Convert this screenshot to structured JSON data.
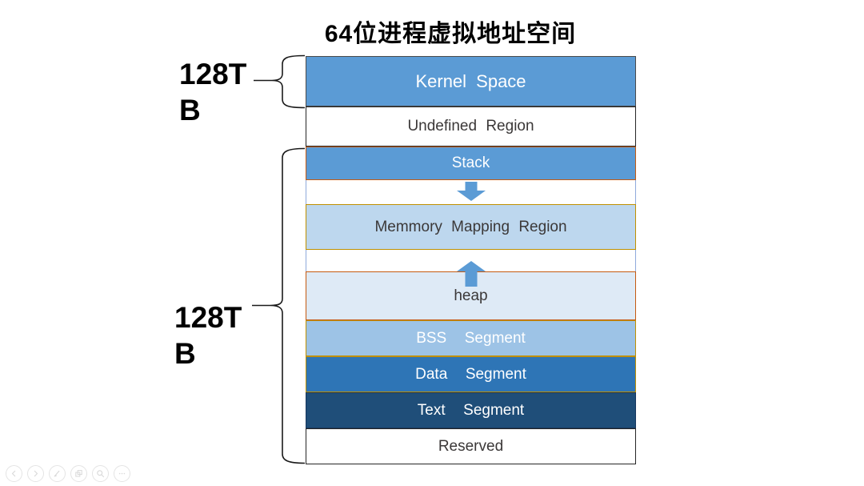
{
  "title": "64位进程虚拟地址空间",
  "colors": {
    "accent_blue": "#5B9BD5",
    "light_blue": "#BDD7EE",
    "lighter_blue": "#DEEAF6",
    "mid_blue": "#9DC3E6",
    "dark_blue": "#2E75B6",
    "darker_blue": "#1F4E79",
    "orange_border": "#C55A11",
    "gold_border": "#BF9000",
    "gap_border": "#8FAADC",
    "dark_text": "#3B3838",
    "white_text": "#FFFFFF",
    "brace_color": "#000000"
  },
  "braces": {
    "kernel_space_size": "128T\nB",
    "user_space_size": "128T\nB"
  },
  "blocks": [
    {
      "name": "kernel-space",
      "label": "Kernel Space",
      "bg": "#5B9BD5",
      "color": "#FFFFFF",
      "border": "#4A4A4A"
    },
    {
      "name": "undefined-region",
      "label": "Undefined Region",
      "bg": "#FFFFFF",
      "color": "#3B3838",
      "border": "#262626"
    },
    {
      "name": "stack",
      "label": "Stack",
      "bg": "#5B9BD5",
      "color": "#FFFFFF",
      "border": "#C55A11"
    },
    {
      "name": "gap-stack-growth",
      "label": "",
      "bg": "#FFFFFF",
      "color": "#3B3838",
      "border": "#8FAADC"
    },
    {
      "name": "memory-mapping-region",
      "label": "Memmory Mapping Region",
      "bg": "#BDD7EE",
      "color": "#3B3838",
      "border": "#BF9000"
    },
    {
      "name": "gap-heap-growth",
      "label": "",
      "bg": "#FFFFFF",
      "color": "#3B3838",
      "border": "#8FAADC"
    },
    {
      "name": "heap",
      "label": "heap",
      "bg": "#DEEAF6",
      "color": "#3B3838",
      "border": "#C55A11"
    },
    {
      "name": "bss-segment",
      "label": "BSS  Segment",
      "bg": "#9DC3E6",
      "color": "#FFFFFF",
      "border": "#BF9000"
    },
    {
      "name": "data-segment",
      "label": "Data  Segment",
      "bg": "#2E75B6",
      "color": "#FFFFFF",
      "border": "#BF9000"
    },
    {
      "name": "text-segment",
      "label": "Text  Segment",
      "bg": "#1F4E79",
      "color": "#FFFFFF",
      "border": "#17375E"
    },
    {
      "name": "reserved",
      "label": "Reserved",
      "bg": "#FFFFFF",
      "color": "#3B3838",
      "border": "#262626"
    }
  ],
  "arrows": {
    "down": {
      "icon": "down-arrow-icon",
      "color": "#5B9BD5"
    },
    "up": {
      "icon": "up-arrow-icon",
      "color": "#5B9BD5"
    }
  },
  "controls": [
    {
      "name": "previous-slide",
      "icon": "left-triangle-icon"
    },
    {
      "name": "next-slide",
      "icon": "right-triangle-icon"
    },
    {
      "name": "pen-tool",
      "icon": "pen-icon"
    },
    {
      "name": "slides-panel",
      "icon": "slides-icon"
    },
    {
      "name": "zoom-tool",
      "icon": "magnifier-icon"
    },
    {
      "name": "more-options",
      "icon": "ellipsis-icon"
    }
  ]
}
